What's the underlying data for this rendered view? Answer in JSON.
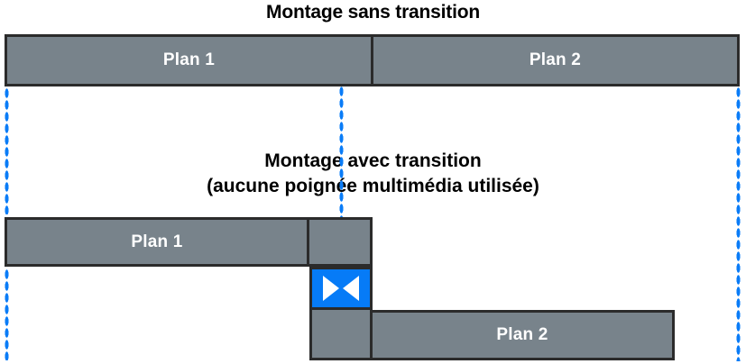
{
  "headings": {
    "top": "Montage sans transition",
    "bottom_line1": "Montage avec transition",
    "bottom_line2": "(aucune poignée multimédia utilisée)"
  },
  "colors": {
    "clip_fill": "#78838b",
    "clip_border": "#2b2b2b",
    "transition_fill": "#067bf7",
    "transition_glyph": "#ffffff",
    "guide_line": "#0a7cf7",
    "label_text": "#ffffff",
    "heading_text": "#000000",
    "background": "#ffffff"
  },
  "diagram_top": {
    "name": "Montage sans transition",
    "clips": [
      {
        "label": "Plan 1"
      },
      {
        "label": "Plan 2"
      }
    ]
  },
  "diagram_bottom": {
    "name": "Montage avec transition (aucune poignée multimédia utilisée)",
    "clips": [
      {
        "label": "Plan 1"
      },
      {
        "label": ""
      },
      {
        "label": ""
      },
      {
        "label": "Plan 2"
      }
    ],
    "transition": {
      "icon": "cross-dissolve-transition-icon",
      "label": ""
    }
  },
  "guides": [
    {
      "name": "guide-left"
    },
    {
      "name": "guide-center"
    },
    {
      "name": "guide-right"
    }
  ]
}
